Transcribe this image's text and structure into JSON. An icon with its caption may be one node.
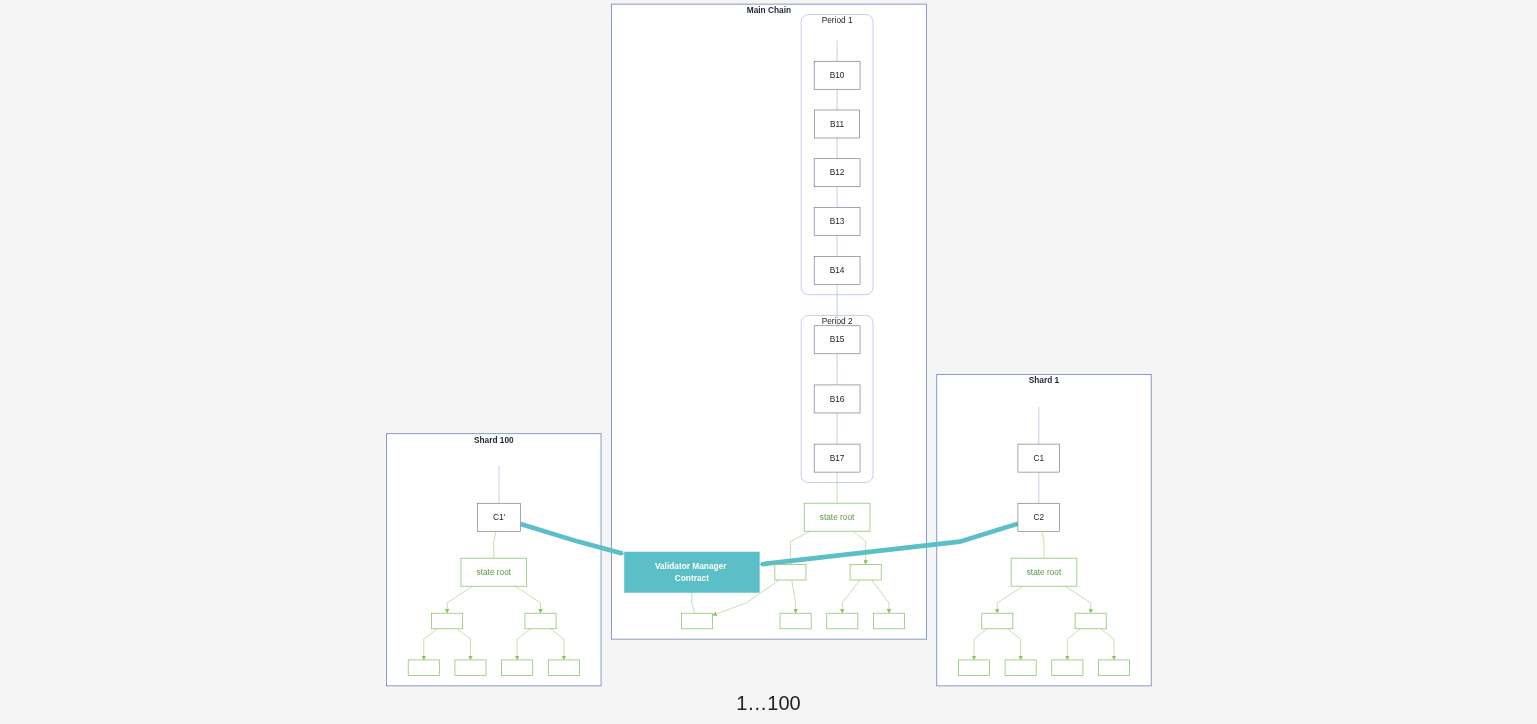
{
  "diagram": {
    "nodes": [
      {
        "text": [
          "Main Chain"
        ]
      },
      {
        "text": [
          "Period 1"
        ],
        "in": 0
      },
      {
        "text": [
          "B10"
        ],
        "in": 1
      },
      {
        "text": [
          "B11"
        ],
        "in": 1
      },
      {
        "text": [
          "B12"
        ],
        "in": 1
      },
      {
        "text": [
          "B13"
        ],
        "in": 1
      },
      {
        "text": [
          "B14"
        ],
        "in": 1
      },
      {
        "text": [
          "Period 2"
        ],
        "in": 0
      },
      {
        "text": [
          "B15"
        ],
        "in": 7
      },
      {
        "text": [
          "B16"
        ],
        "in": 7
      },
      {
        "text": [
          "B17"
        ],
        "in": 7
      },
      {
        "text": [
          "Validator Manager Contract"
        ],
        "in": 0
      },
      {
        "text": [
          "state root"
        ],
        "in": 0
      },
      {
        "text": [],
        "shape": "box",
        "in": 0
      },
      {
        "text": [],
        "shape": "box",
        "in": 0
      },
      {
        "text": [],
        "shape": "box",
        "in": 0
      },
      {
        "text": [],
        "shape": "box",
        "in": 0
      },
      {
        "text": [],
        "shape": "box",
        "in": 0
      },
      {
        "text": [],
        "shape": "box",
        "in": 0
      },
      {
        "text": [
          "Shard 1"
        ]
      },
      {
        "text": [
          "C1"
        ],
        "in": 19
      },
      {
        "text": [
          "C2"
        ],
        "in": 19
      },
      {
        "text": [
          "state root"
        ],
        "in": 19
      },
      {
        "text": [],
        "shape": "box",
        "in": 19
      },
      {
        "text": [],
        "shape": "box",
        "in": 19
      },
      {
        "text": [],
        "shape": "box",
        "in": 19
      },
      {
        "text": [],
        "shape": "box",
        "in": 19
      },
      {
        "text": [],
        "shape": "box",
        "in": 19
      },
      {
        "text": [],
        "shape": "box",
        "in": 19
      },
      {
        "text": [
          "Shard 100"
        ]
      },
      {
        "text": [
          "C1'"
        ],
        "in": 29
      },
      {
        "text": [
          "state root"
        ],
        "in": 29
      },
      {
        "text": [],
        "shape": "box",
        "in": 29
      },
      {
        "text": [],
        "shape": "box",
        "in": 29
      },
      {
        "text": [],
        "shape": "box",
        "in": 29
      },
      {
        "text": [],
        "shape": "box",
        "in": 29
      },
      {
        "text": [],
        "shape": "box",
        "in": 29
      },
      {
        "text": [],
        "shape": "box",
        "in": 29
      }
    ],
    "edges": [
      {
        "from": null,
        "to": 2,
        "arrow": "none",
        "color": "#8da2d4"
      },
      {
        "from": 2,
        "to": 3,
        "arrow": "none",
        "color": "#8da2d4"
      },
      {
        "from": 3,
        "to": 4,
        "arrow": "none",
        "color": "#8da2d4"
      },
      {
        "from": 4,
        "to": 5,
        "arrow": "none",
        "color": "#8da2d4"
      },
      {
        "from": 5,
        "to": 6,
        "arrow": "none",
        "color": "#8da2d4"
      },
      {
        "from": 6,
        "to": 8,
        "arrow": "none",
        "color": "#8da2d4"
      },
      {
        "from": 8,
        "to": 9,
        "arrow": "none",
        "color": "#8da2d4"
      },
      {
        "from": 9,
        "to": 10,
        "arrow": "none",
        "color": "#8da2d4"
      },
      {
        "from": 10,
        "to": 12,
        "arrow": "none"
      },
      {
        "from": 12,
        "to": 13,
        "arrow": "to"
      },
      {
        "from": 12,
        "to": 14,
        "arrow": "to"
      },
      {
        "from": 13,
        "to": 15,
        "arrow": "to"
      },
      {
        "from": 13,
        "to": 16,
        "arrow": "to"
      },
      {
        "from": 14,
        "to": 17,
        "arrow": "to"
      },
      {
        "from": 14,
        "to": 18,
        "arrow": "to"
      },
      {
        "from": 11,
        "to": 15,
        "arrow": "none",
        "color": "#5bbfc7"
      },
      {
        "from": null,
        "to": 20,
        "arrow": "none",
        "color": "#8da2d4"
      },
      {
        "from": 20,
        "to": 21,
        "arrow": "none",
        "color": "#8da2d4"
      },
      {
        "from": 21,
        "to": 22,
        "arrow": "none"
      },
      {
        "from": 22,
        "to": 23,
        "arrow": "to"
      },
      {
        "from": 22,
        "to": 24,
        "arrow": "to"
      },
      {
        "from": 23,
        "to": 25,
        "arrow": "to"
      },
      {
        "from": 23,
        "to": 26,
        "arrow": "to"
      },
      {
        "from": 24,
        "to": 27,
        "arrow": "to"
      },
      {
        "from": 24,
        "to": 28,
        "arrow": "to"
      },
      {
        "from": 21,
        "to": 11,
        "arrow": "to",
        "style": "thick",
        "color": "#5bbfc7"
      },
      {
        "from": null,
        "to": 30,
        "arrow": "none",
        "color": "#8da2d4"
      },
      {
        "from": 30,
        "to": 31,
        "arrow": "none"
      },
      {
        "from": 31,
        "to": 32,
        "arrow": "to"
      },
      {
        "from": 31,
        "to": 33,
        "arrow": "to"
      },
      {
        "from": 32,
        "to": 34,
        "arrow": "to"
      },
      {
        "from": 32,
        "to": 35,
        "arrow": "to"
      },
      {
        "from": 33,
        "to": 36,
        "arrow": "to"
      },
      {
        "from": 33,
        "to": 37,
        "arrow": "to"
      },
      {
        "from": 30,
        "to": 11,
        "arrow": "to",
        "style": "thick",
        "color": "#5bbfc7"
      }
    ],
    "labels": [
      "1…100"
    ]
  }
}
